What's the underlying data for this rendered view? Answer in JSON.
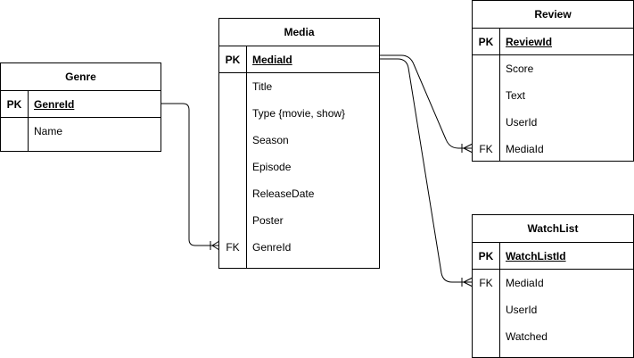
{
  "colors": {
    "stroke": "#000000",
    "background": "#ffffff"
  },
  "entities": {
    "genre": {
      "title": "Genre",
      "pk": {
        "key": "PK",
        "name": "GenreId"
      },
      "attributes": [
        {
          "key": "",
          "name": "Name"
        }
      ]
    },
    "media": {
      "title": "Media",
      "pk": {
        "key": "PK",
        "name": "MediaId"
      },
      "attributes": [
        {
          "key": "",
          "name": "Title"
        },
        {
          "key": "",
          "name": "Type {movie, show}"
        },
        {
          "key": "",
          "name": "Season"
        },
        {
          "key": "",
          "name": "Episode"
        },
        {
          "key": "",
          "name": "ReleaseDate"
        },
        {
          "key": "",
          "name": "Poster"
        },
        {
          "key": "FK",
          "name": "GenreId"
        }
      ]
    },
    "review": {
      "title": "Review",
      "pk": {
        "key": "PK",
        "name": "ReviewId"
      },
      "attributes": [
        {
          "key": "",
          "name": "Score"
        },
        {
          "key": "",
          "name": "Text"
        },
        {
          "key": "",
          "name": "UserId"
        },
        {
          "key": "FK",
          "name": "MediaId"
        }
      ]
    },
    "watchlist": {
      "title": "WatchList",
      "pk": {
        "key": "PK",
        "name": "WatchListId"
      },
      "attributes": [
        {
          "key": "FK",
          "name": "MediaId"
        },
        {
          "key": "",
          "name": "UserId"
        },
        {
          "key": "",
          "name": "Watched"
        }
      ]
    }
  },
  "relationships": [
    {
      "from": "genre.GenreId",
      "to": "media.GenreId",
      "cardinality": "one-or-many"
    },
    {
      "from": "media.MediaId",
      "to": "review.MediaId",
      "cardinality": "one-or-many"
    },
    {
      "from": "media.MediaId",
      "to": "watchlist.MediaId",
      "cardinality": "one-or-many"
    }
  ]
}
